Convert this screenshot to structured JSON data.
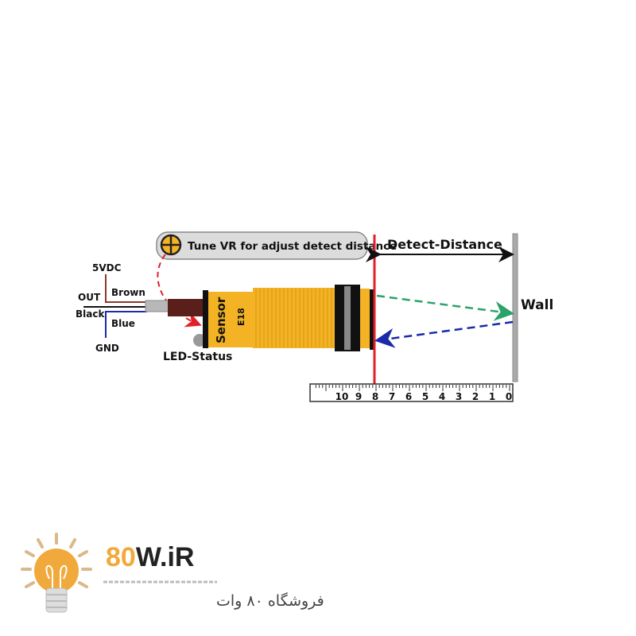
{
  "diagram": {
    "tune_note": "Tune VR for adjust detect distance",
    "detect_distance": "Detect-Distance",
    "wall": "Wall",
    "led_status": "LED-Status",
    "sensor_label": "Sensor",
    "model": "E18",
    "wires": {
      "vcc": "5VDC",
      "brown": "Brown",
      "out": "OUT",
      "black": "Black",
      "blue": "Blue",
      "gnd": "GND"
    },
    "ruler_ticks": [
      "10",
      "9",
      "8",
      "7",
      "6",
      "5",
      "4",
      "3",
      "2",
      "1",
      "0"
    ]
  },
  "logo": {
    "brand_accent": "80",
    "brand_rest": "W.iR",
    "tagline": "فروشگاه ۸۰ وات"
  },
  "colors": {
    "sensor_yellow": "#f4b324",
    "detect_line": "#e0202a",
    "emit_ray": "#2aa36b",
    "return_ray": "#1a2aa8",
    "logo_orange": "#f2a93b"
  }
}
